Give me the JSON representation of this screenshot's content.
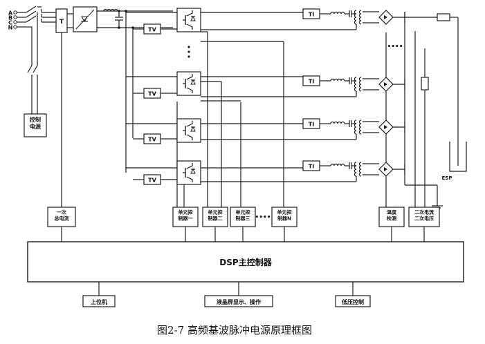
{
  "diagram": {
    "caption": "图2-7  高频基波脉冲电源原理框图",
    "phase_labels": [
      "A",
      "B",
      "C",
      "N"
    ],
    "breaker_label": "T",
    "tv_label": "TV",
    "ti_label": "TI",
    "ellipsis": "••••",
    "control_power": "控制\n电源",
    "primary_current": "一次\n总电流",
    "unit_controllers": [
      "单元控\n制器一",
      "单元控\n制器二",
      "单元控\n制器三",
      "单元控\n制器N"
    ],
    "temp_detect": "温度\n检测",
    "secondary": "二次电流\n二次电压",
    "esp_label": "ESP",
    "dsp_main": "DSP主控制器",
    "host": "上位机",
    "lcd": "液晶屏显示、操作",
    "low_voltage": "低压控制"
  },
  "colors": {
    "line": "#1a1a1a",
    "bg": "#ffffff"
  }
}
